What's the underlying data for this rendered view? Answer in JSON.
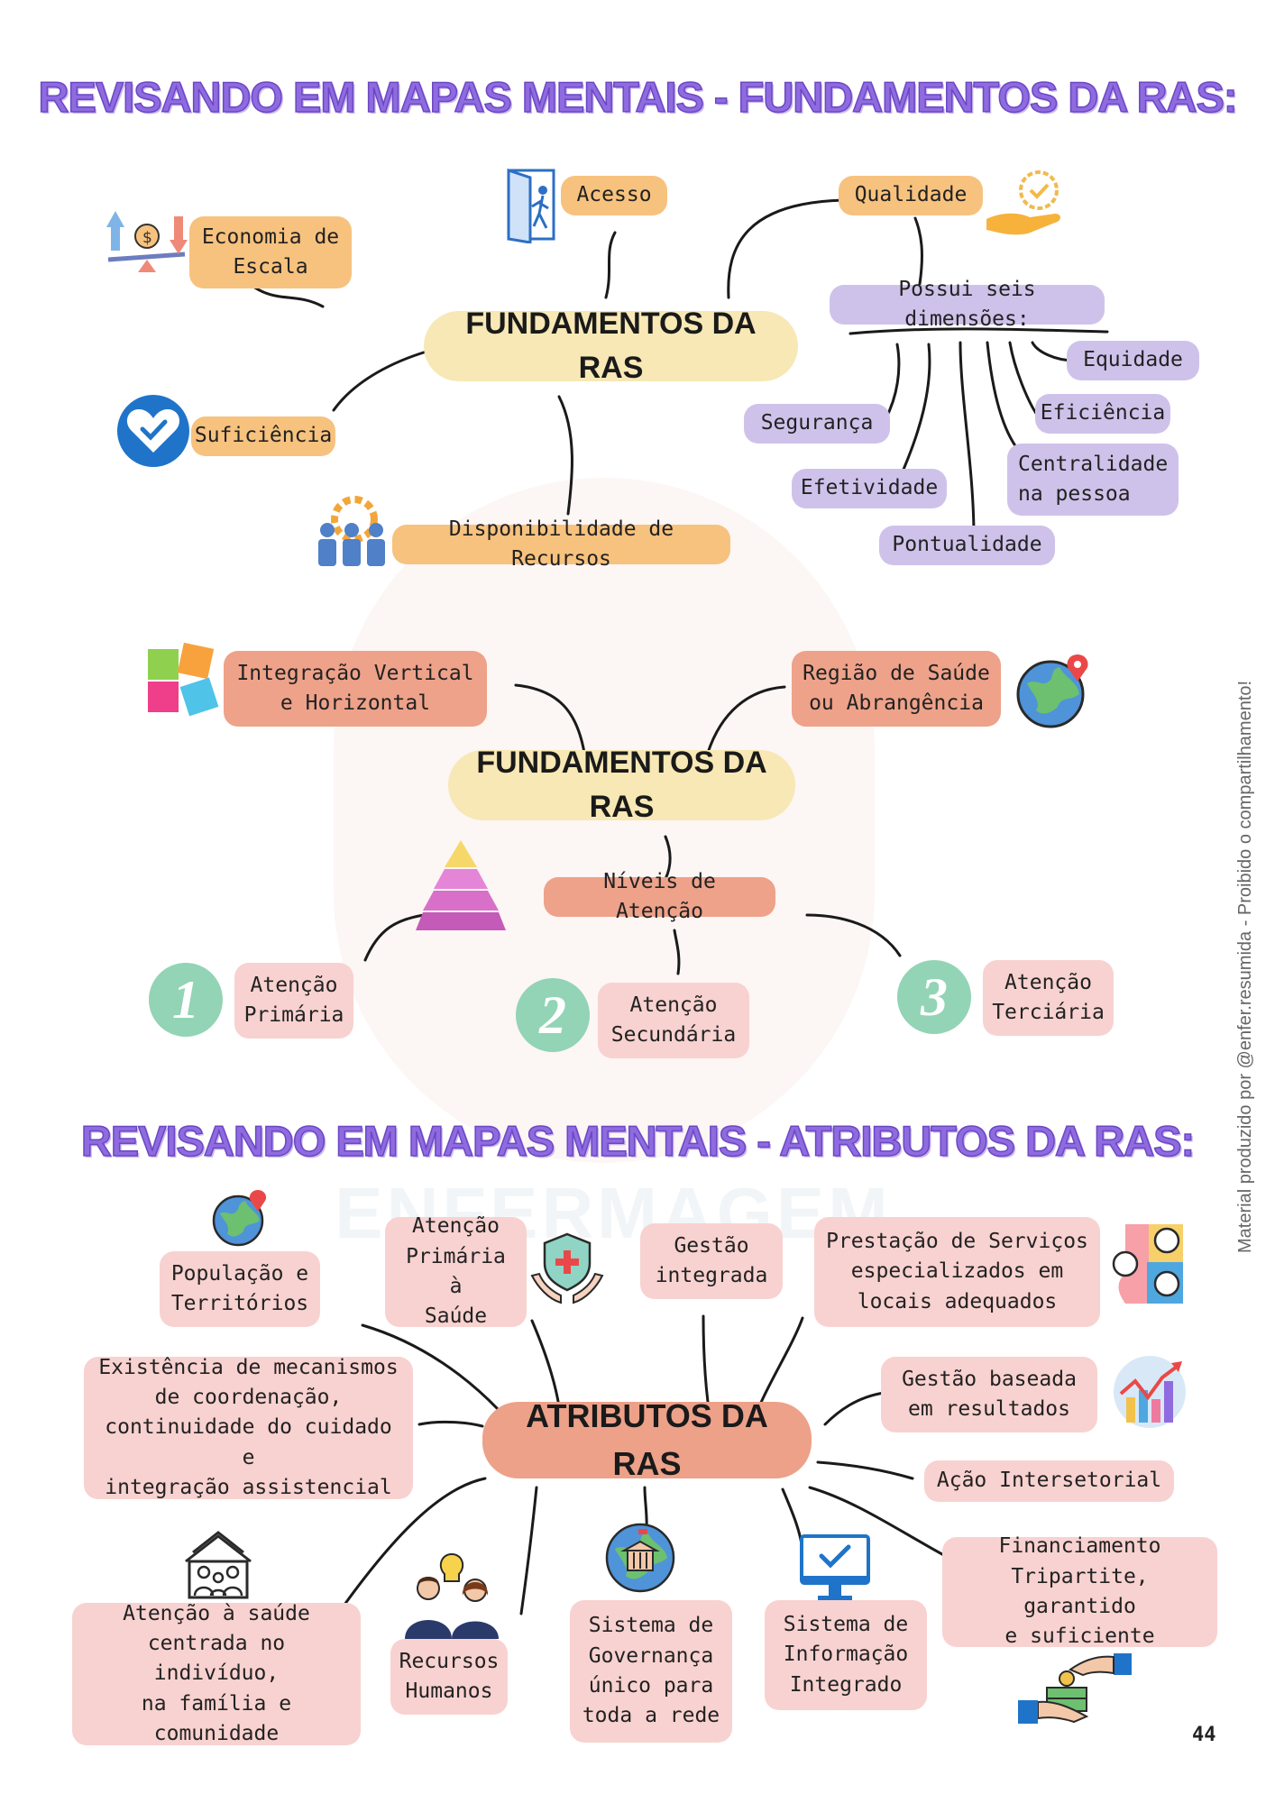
{
  "page": {
    "title_fundamentos": "REVISANDO EM MAPAS MENTAIS - FUNDAMENTOS DA RAS:",
    "title_atributos": "REVISANDO EM MAPAS MENTAIS - ATRIBUTOS DA RAS:",
    "side_note": "Material produzido por @enfer.resumida - Proibido o compartilhamento!",
    "page_number": "44",
    "watermark": "ENFERMAGEM"
  },
  "map1": {
    "center": "FUNDAMENTOS DA RAS",
    "economia": [
      "Economia de",
      "Escala"
    ],
    "acesso": "Acesso",
    "qualidade": "Qualidade",
    "suficiencia": "Suficiência",
    "disponibilidade": "Disponibilidade de Recursos",
    "dimensoes_title": "Possui seis dimensões:",
    "dimensoes": {
      "equidade": "Equidade",
      "eficiencia": "Eficiência",
      "centralidade": [
        "Centralidade",
        "na pessoa"
      ],
      "pontualidade": "Pontualidade",
      "efetividade": "Efetividade",
      "seguranca": "Segurança"
    }
  },
  "map2": {
    "center": "FUNDAMENTOS DA RAS",
    "integracao": [
      "Integração Vertical",
      "e Horizontal"
    ],
    "regiao": [
      "Região de Saúde",
      "ou Abrangência"
    ],
    "niveis": "Níveis de Atenção",
    "levels": [
      {
        "num": "1",
        "label": [
          "Atenção",
          "Primária"
        ]
      },
      {
        "num": "2",
        "label": [
          "Atenção",
          "Secundária"
        ]
      },
      {
        "num": "3",
        "label": [
          "Atenção",
          "Terciária"
        ]
      }
    ]
  },
  "map3": {
    "center": "ATRIBUTOS DA RAS",
    "populacao": [
      "População e",
      "Territórios"
    ],
    "atencao_primaria": [
      "Atenção",
      "Primária à",
      "Saúde"
    ],
    "gestao_integrada": [
      "Gestão",
      "integrada"
    ],
    "prestacao": [
      "Prestação de Serviços",
      "especializados em",
      "locais adequados"
    ],
    "gestao_resultados": [
      "Gestão baseada",
      "em resultados"
    ],
    "intersetorial": "Ação Intersetorial",
    "financiamento": [
      "Financiamento",
      "Tripartite, garantido",
      "e suficiente"
    ],
    "informacao": [
      "Sistema de",
      "Informação",
      "Integrado"
    ],
    "governanca": [
      "Sistema de",
      "Governança",
      "único para",
      "toda a rede"
    ],
    "rh": [
      "Recursos",
      "Humanos"
    ],
    "centrada": [
      "Atenção à saúde",
      "centrada no indivíduo,",
      "na família e",
      "comunidade"
    ],
    "mecanismos": [
      "Existência de mecanismos",
      "de coordenação,",
      "continuidade do cuidado e",
      "integração assistencial"
    ]
  }
}
